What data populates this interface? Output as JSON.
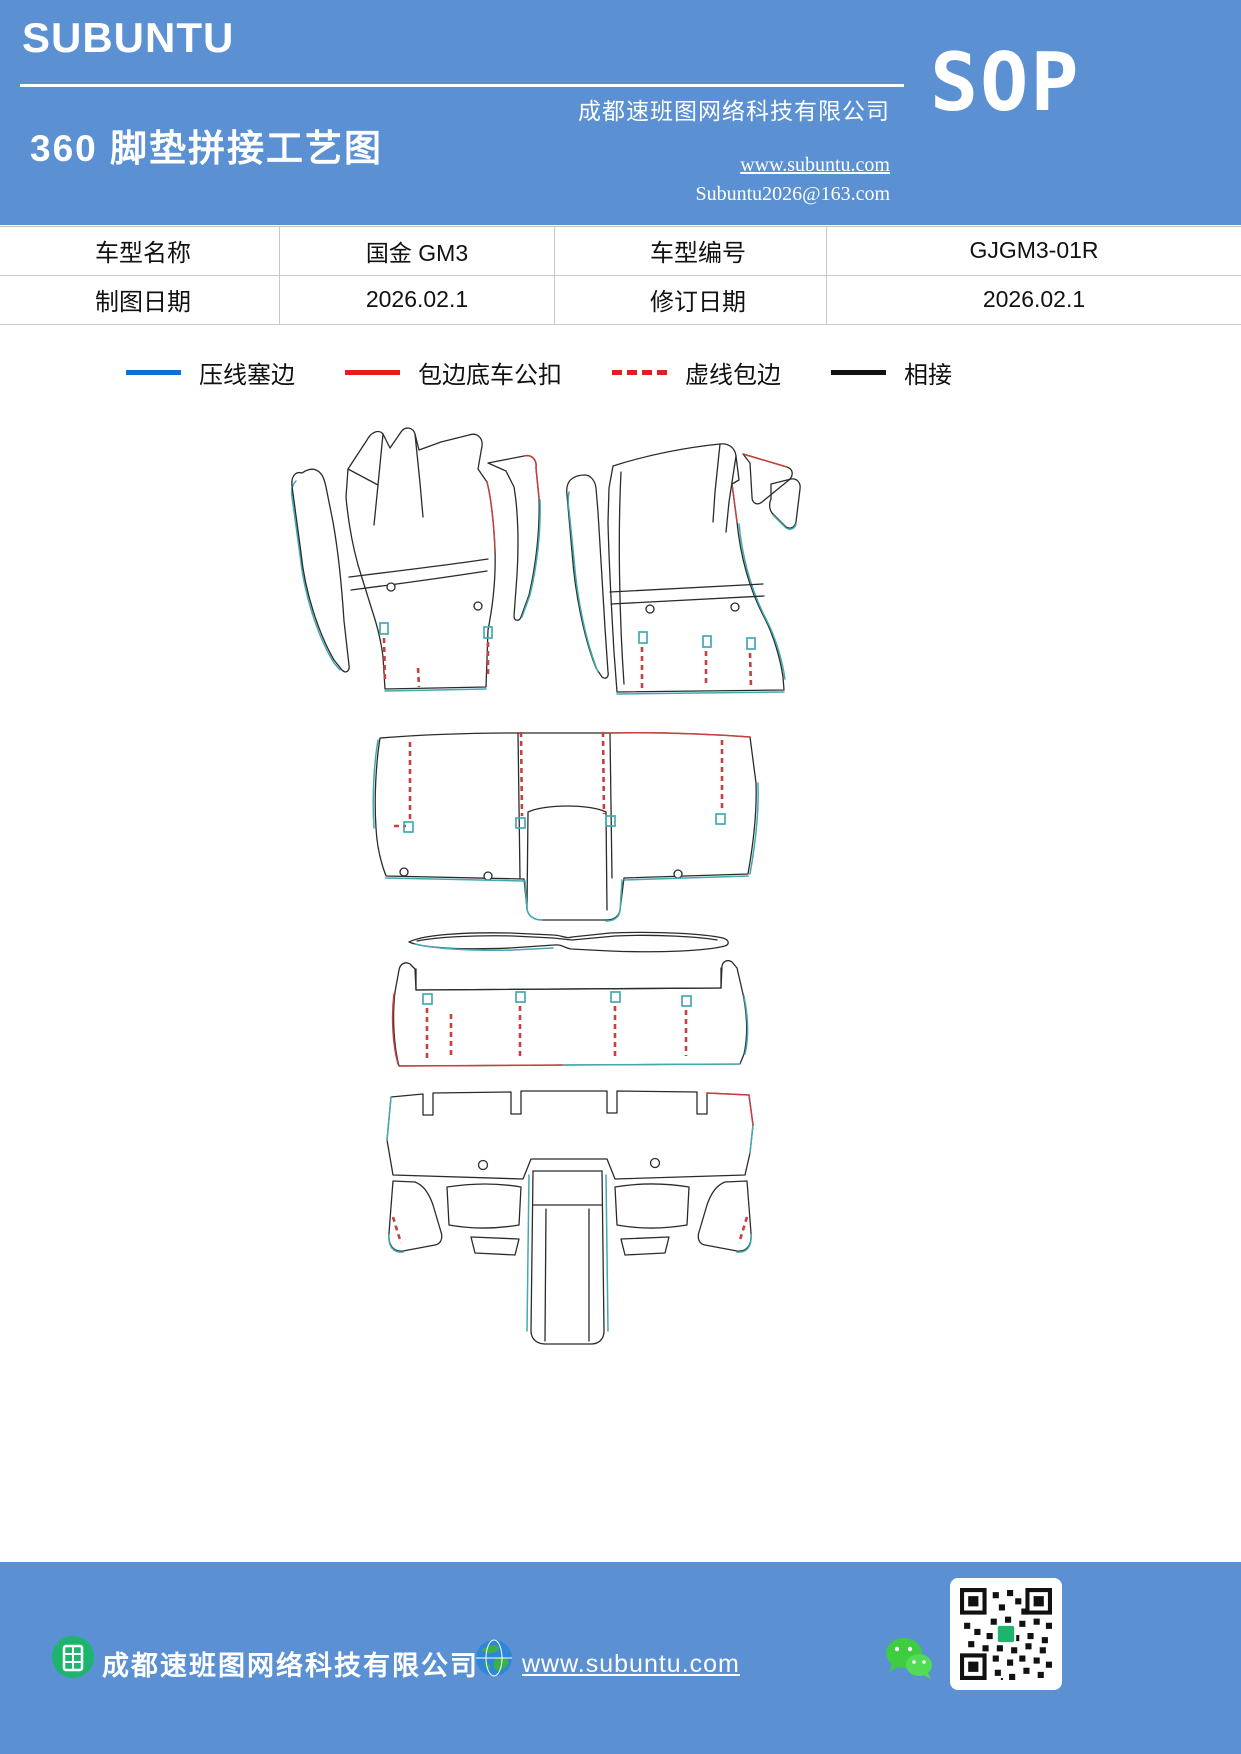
{
  "colors": {
    "header_bg": "#5b90d3",
    "footer_bg": "#5b90d3",
    "table_border": "#c8c8c8",
    "table_text": "#111111",
    "draw_black": "#2b2b2b",
    "draw_teal": "#44a9b2",
    "draw_red": "#c5403f",
    "building_green": "#1db56e"
  },
  "header": {
    "logo": "SUBUNTU",
    "title": "360 脚垫拼接工艺图",
    "company": "成都速班图网络科技有限公司",
    "website": "www.subuntu.com",
    "email": "Subuntu2026@163.com",
    "sop_label": "SOP"
  },
  "info_table": {
    "rows": [
      [
        "车型名称",
        "国金 GM3",
        "车型编号",
        "GJGM3-01R"
      ],
      [
        "制图日期",
        "2026.02.1",
        "修订日期",
        "2026.02.1"
      ]
    ]
  },
  "legend": {
    "items": [
      {
        "label": "压线塞边",
        "color": "#0b6fd8",
        "style": "solid"
      },
      {
        "label": "包边底车公扣",
        "color": "#e31e1e",
        "style": "solid"
      },
      {
        "label": "虚线包边",
        "color": "#e31e1e",
        "style": "dashed"
      },
      {
        "label": "相接",
        "color": "#111111",
        "style": "solid"
      }
    ]
  },
  "diagram": {
    "pieces": [
      "front-left-mat",
      "front-right-mat",
      "second-row-mat",
      "sill-strip",
      "rear-row-mat",
      "trunk-mat"
    ]
  },
  "footer": {
    "company": "成都速班图网络科技有限公司",
    "website": "www.subuntu.com"
  }
}
